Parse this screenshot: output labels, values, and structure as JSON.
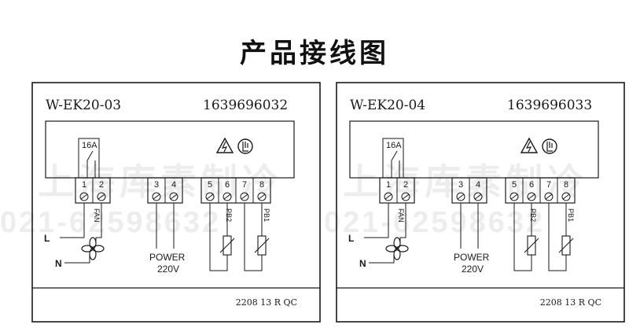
{
  "title": "产品接线图",
  "watermark": {
    "company": "上海库素制冷",
    "phone": "021-62598632"
  },
  "colors": {
    "ink": "#1a1a1a",
    "background": "#ffffff"
  },
  "panels": [
    {
      "model": "W-EK20-03",
      "serial": "1639696032",
      "qc": "2208 13 R QC",
      "relay_rating": "16A",
      "terminals": [
        "1",
        "2",
        "3",
        "4",
        "5",
        "6",
        "7",
        "8"
      ],
      "labels": {
        "line": "L",
        "neutral": "N",
        "fan": "FAN",
        "power": "POWER",
        "voltage": "220V",
        "probe2": "PB2",
        "probe1": "PB1"
      },
      "icons": [
        "warning-icon",
        "hand-icon",
        "fan-icon",
        "resistor-icon"
      ]
    },
    {
      "model": "W-EK20-04",
      "serial": "1639696033",
      "qc": "2208 13 R QC",
      "relay_rating": "16A",
      "terminals": [
        "1",
        "2",
        "3",
        "4",
        "5",
        "6",
        "7",
        "8"
      ],
      "labels": {
        "line": "L",
        "neutral": "N",
        "fan": "FAN",
        "power": "POWER",
        "voltage": "220V",
        "probe2": "PB2",
        "probe1": "PB1"
      },
      "icons": [
        "warning-icon",
        "hand-icon",
        "fan-icon",
        "resistor-icon"
      ]
    }
  ]
}
